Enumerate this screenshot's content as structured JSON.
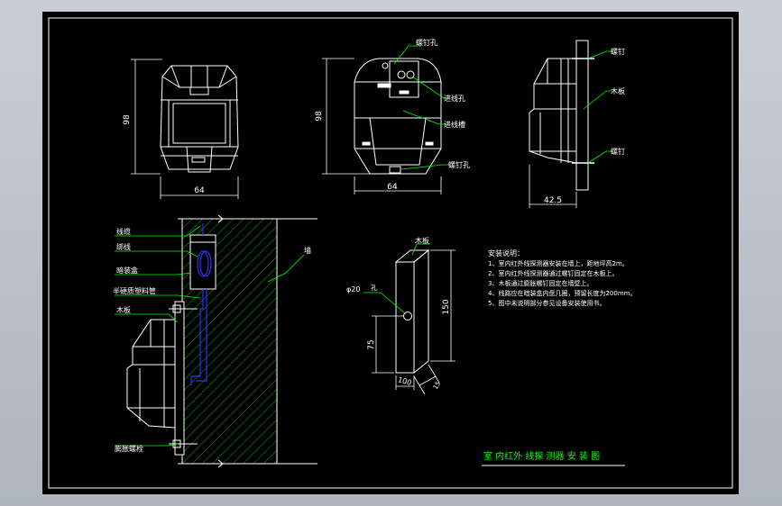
{
  "labels": {
    "front_height": "98",
    "front_width": "64",
    "back_height": "98",
    "back_width": "64",
    "screw_hole_top": "螺钉孔",
    "wire_hole": "进线孔",
    "wire_slot": "进线槽",
    "screw_hole_bottom": "螺钉孔",
    "side_screw_top": "螺钉",
    "side_wood_board": "木板",
    "side_screw_bottom": "螺钉",
    "side_depth": "42.5",
    "cable": "线缆",
    "insulation": "绑线",
    "junction_box": "暗装盒",
    "conduit": "半硬质塑料管",
    "wood_board": "木板",
    "wall": "墙",
    "expansion_bolt": "膨胀螺栓",
    "board_label": "木板",
    "hole_dia": "φ20",
    "hole_dia_suffix": "孔",
    "board_height": "150",
    "hole_height": "75",
    "board_width": "100",
    "board_thickness": "15",
    "drawing_title": "室 内红外 线探 测器 安 装 图"
  },
  "notes": {
    "title": "安装说明：",
    "items": [
      "1、室内红外线探测器安装在墙上，距地坪高2m。",
      "2、室内红外线探测器通过螺钉固定在木板上。",
      "3、木板通过膨胀螺钉固定在墙壁上。",
      "4、线路应在暗装盒内盘几圈，预留长度为200mm。",
      "5、图中未说明部分参见设备安装使用书。"
    ]
  },
  "colors": {
    "line": "#ffffff",
    "dimension": "#ffffff",
    "leader": "#00ff00",
    "hatch": "#00c000",
    "cable": "#3030ff",
    "background": "#000000"
  }
}
